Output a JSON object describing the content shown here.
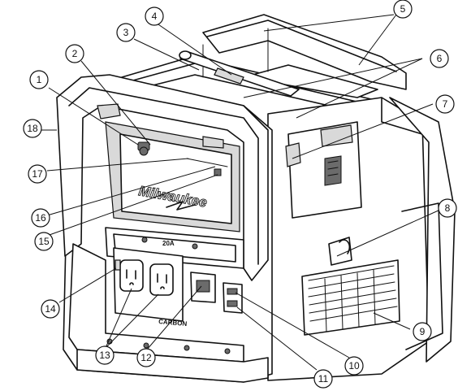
{
  "brand_text": "Milwaukee",
  "front_panel_text": "CARBON",
  "panel_label": "20A",
  "callouts": [
    {
      "label": "1"
    },
    {
      "label": "2"
    },
    {
      "label": "3"
    },
    {
      "label": "4"
    },
    {
      "label": "5"
    },
    {
      "label": "6"
    },
    {
      "label": "7"
    },
    {
      "label": "8"
    },
    {
      "label": "9"
    },
    {
      "label": "10"
    },
    {
      "label": "11"
    },
    {
      "label": "12"
    },
    {
      "label": "13"
    },
    {
      "label": "14"
    },
    {
      "label": "15"
    },
    {
      "label": "16"
    },
    {
      "label": "17"
    },
    {
      "label": "18"
    }
  ]
}
